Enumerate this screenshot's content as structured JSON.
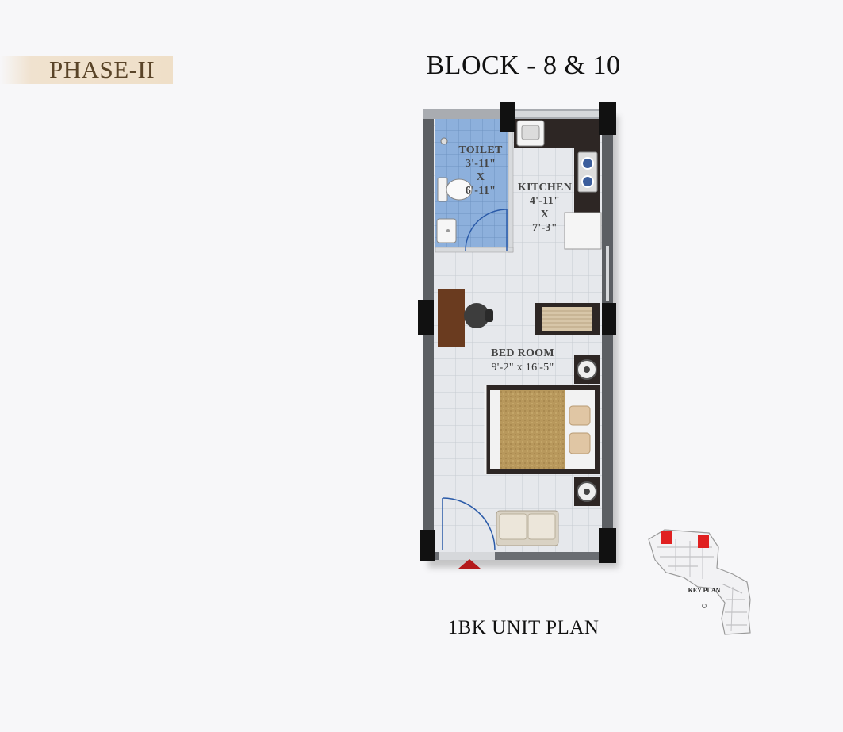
{
  "header": {
    "phase": "PHASE-II",
    "block": "BLOCK - 8 & 10"
  },
  "plan": {
    "title": "1BK UNIT PLAN",
    "rooms": {
      "toilet": {
        "name": "TOILET",
        "width": "3'-11\"",
        "sep": "X",
        "length": "6'-11\""
      },
      "kitchen": {
        "name": "KITCHEN",
        "width": "4'-11\"",
        "sep": "X",
        "length": "7'-3\""
      },
      "bedroom": {
        "name": "BED ROOM",
        "size": "9'-2\" x 16'-5\""
      }
    },
    "entrance_icon": "entrance-arrow-icon"
  },
  "key_plan": {
    "label": "KEY PLAN"
  },
  "colors": {
    "phase_band": "#efdfc8",
    "phase_text": "#5a4428",
    "wall": "#5c5f63",
    "floor_tile": "#e4e6ea",
    "toilet_tile": "#8fb0d9",
    "highlight": "#e02020"
  }
}
